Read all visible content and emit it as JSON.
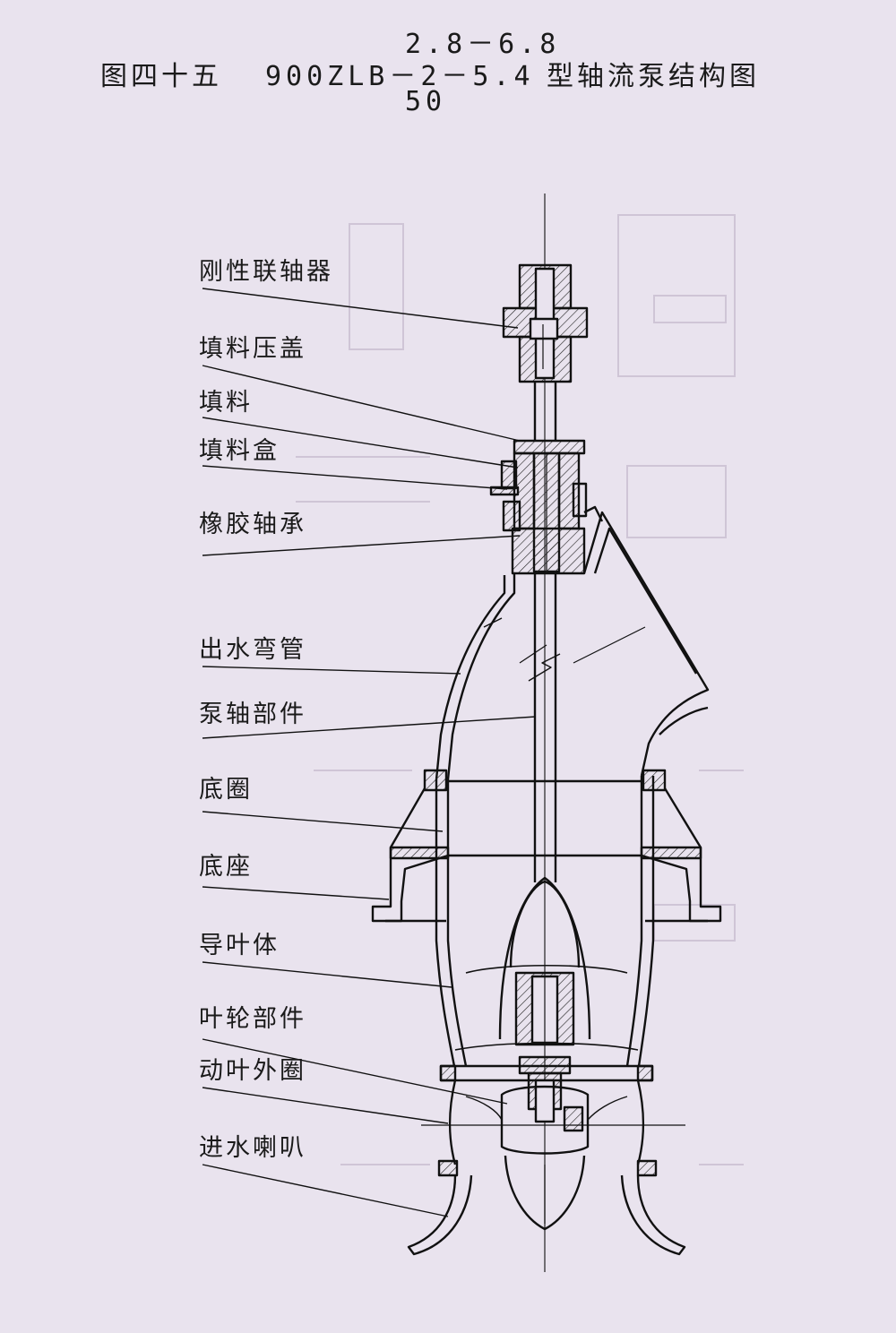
{
  "title": {
    "prefix": "图四十五",
    "model": "900ZLB－2－5.4",
    "top": "2.8－6.8",
    "bottom": "50",
    "suffix": "型轴流泵结构图"
  },
  "labels": [
    {
      "id": "rigid-coupling",
      "text": "刚性联轴器"
    },
    {
      "id": "gland",
      "text": "填料压盖"
    },
    {
      "id": "packing",
      "text": "填料"
    },
    {
      "id": "stuffing-box",
      "text": "填料盒"
    },
    {
      "id": "rubber-bearing",
      "text": "橡胶轴承"
    },
    {
      "id": "outlet-elbow",
      "text": "出水弯管"
    },
    {
      "id": "shaft-assembly",
      "text": "泵轴部件"
    },
    {
      "id": "bottom-ring",
      "text": "底圈"
    },
    {
      "id": "base",
      "text": "底座"
    },
    {
      "id": "guide-vane-body",
      "text": "导叶体"
    },
    {
      "id": "impeller-assembly",
      "text": "叶轮部件"
    },
    {
      "id": "blade-outer-ring",
      "text": "动叶外圈"
    },
    {
      "id": "inlet-bell",
      "text": "进水喇叭"
    }
  ]
}
